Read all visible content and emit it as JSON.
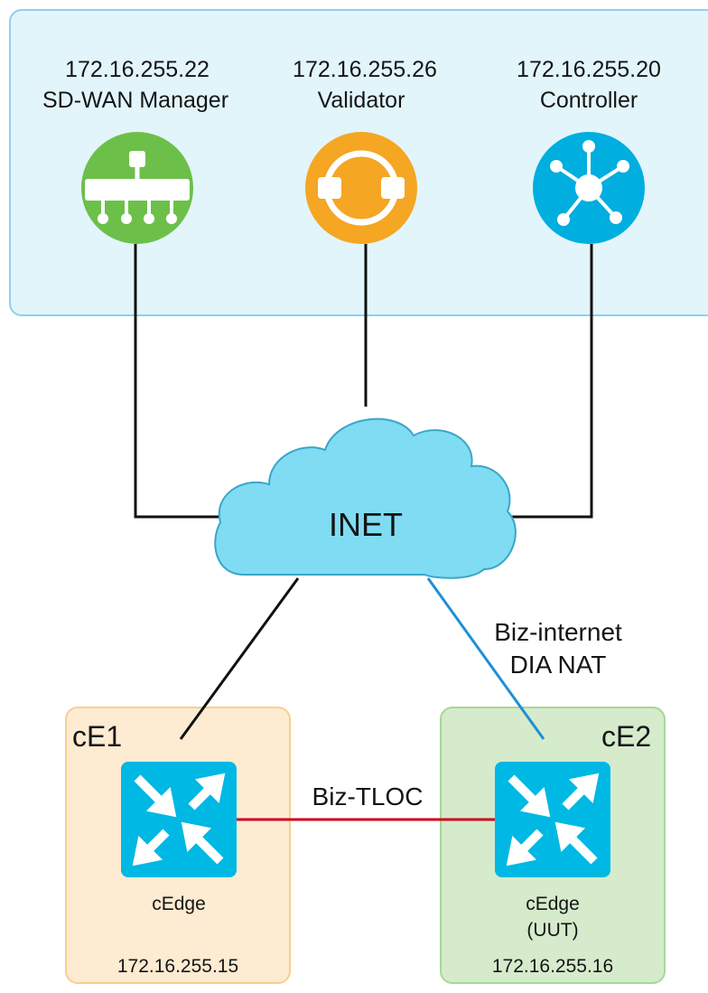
{
  "controllers": {
    "manager": {
      "ip": "172.16.255.22",
      "label": "SD-WAN Manager",
      "icon": "manager-icon",
      "color": "#6cc04a"
    },
    "validator": {
      "ip": "172.16.255.26",
      "label": "Validator",
      "icon": "validator-icon",
      "color": "#f5a623"
    },
    "controller": {
      "ip": "172.16.255.20",
      "label": "Controller",
      "icon": "controller-hub-icon",
      "color": "#00aedf"
    }
  },
  "cloud": {
    "label": "INET",
    "color": "#7fdcf3",
    "outline": "#3aa6c8"
  },
  "links": {
    "biz_internet": {
      "line1": "Biz-internet",
      "line2": "DIA NAT",
      "color": "#1f8fd6"
    },
    "biz_tloc": {
      "label": "Biz-TLOC",
      "color": "#d0021b"
    }
  },
  "sites": {
    "ce1": {
      "tag": "cE1",
      "device": "cEdge",
      "ip": "172.16.255.15"
    },
    "ce2": {
      "tag": "cE2",
      "device": "cEdge",
      "device_sub": "(UUT)",
      "ip": "172.16.255.16"
    }
  },
  "router_color": "#00b8e4"
}
